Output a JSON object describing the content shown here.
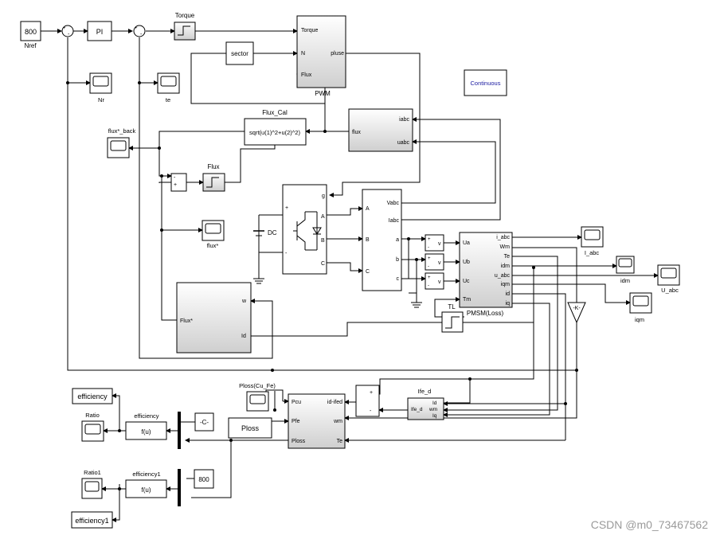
{
  "blocks": {
    "const_800": "800",
    "nref": "Nref",
    "pi": "PI",
    "torque_title": "Torque",
    "pwm_torque": "Torque",
    "pwm_n": "N",
    "pwm_pluse": "pluse",
    "pwm_flux": "Flux",
    "pwm_title": "PWM",
    "sector": "sector",
    "continuous": "Continuous",
    "nr": "Nr",
    "te": "te",
    "flux_cal_title": "Flux_Cal",
    "flux_cal_expr": "sqrt(u(1)^2+u(2)^2)",
    "meas_flux": "flux",
    "meas_iabc": "iabc",
    "meas_uabc": "uabc",
    "flux_back": "flux*_back",
    "flux_relay": "Flux",
    "inv_g": "g",
    "inv_a": "A",
    "inv_b": "B",
    "inv_c": "C",
    "dc": "DC",
    "vi_a": "A",
    "vi_b": "B",
    "vi_c": "C",
    "vi_vabc": "Vabc",
    "vi_iabc": "Iabc",
    "vi_a2": "a",
    "vi_b2": "b",
    "vi_c2": "c",
    "flux_star": "flux*",
    "ua": "Ua",
    "ub": "Ub",
    "uc": "Uc",
    "tm": "Tm",
    "v_label": "v",
    "pm_iabc": "i_abc",
    "pm_wm": "Wm",
    "pm_te": "Te",
    "pm_idm": "idm",
    "pm_uabc": "u_abc",
    "pm_iqm": "iqm",
    "pm_id": "id",
    "pm_iq": "iq",
    "pmsm_title": "PMSM(Loss)",
    "tl": "TL",
    "i_abc_scope": "I_abc",
    "idm_scope": "idm",
    "u_abc_scope": "U_abc",
    "iqm_scope": "iqm",
    "gain_k": "-K-",
    "fw_w": "w",
    "fw_flux": "Flux*",
    "fw_id": "Id",
    "ploss_cu_fe": "Ploss(Cu_Fe)",
    "pcu": "Pcu",
    "pfe": "Pfe",
    "ploss_in": "Ploss",
    "id_ifed": "id-ifed",
    "loss_wm": "wm",
    "loss_te": "Te",
    "ploss_display": "Ploss",
    "ifed_title": "Ife_d",
    "ifed_id": "Id",
    "ifed_wm": "wm",
    "ifed_iq": "Iq",
    "ifed_block": "Ife_d",
    "efficiency": "efficiency",
    "ratio": "Ratio",
    "efficiency_fcn": "efficiency",
    "fu": "f(u)",
    "const_c": "-C-",
    "ratio1": "Ratio1",
    "efficiency1_fcn": "efficiency1",
    "fu1": "f(u)",
    "const_800b": "800",
    "efficiency1": "efficiency1",
    "plus": "+",
    "minus": "-",
    "watermark": "CSDN @m0_73467562"
  },
  "colors": {
    "line": "#000000",
    "gradient_top": "#ffffff",
    "gradient_bottom": "#cfcfcf",
    "continuous_text": "#1a1aa0",
    "watermark": "#9a9a9a"
  }
}
